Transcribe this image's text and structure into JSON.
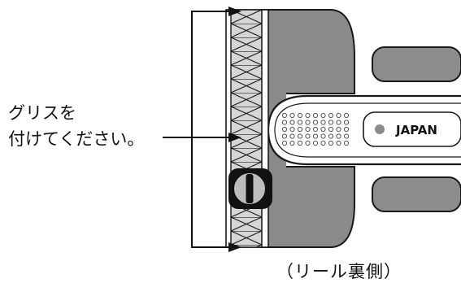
{
  "annotation": {
    "line1": "グリスを",
    "line2": "付けてください。"
  },
  "plate": {
    "brand": "JAPAN"
  },
  "caption": "（リール裏側）",
  "colors": {
    "body_gray": "#8a8a8a",
    "outline": "#1a1a1a",
    "pad_gray": "#8c8c8c",
    "plate_fill": "#ffffff",
    "hole_color": "#555555",
    "gear_light": "#d6d6d6"
  },
  "icons": {
    "knob": "drag-knob-icon",
    "dot": "dot-icon"
  }
}
